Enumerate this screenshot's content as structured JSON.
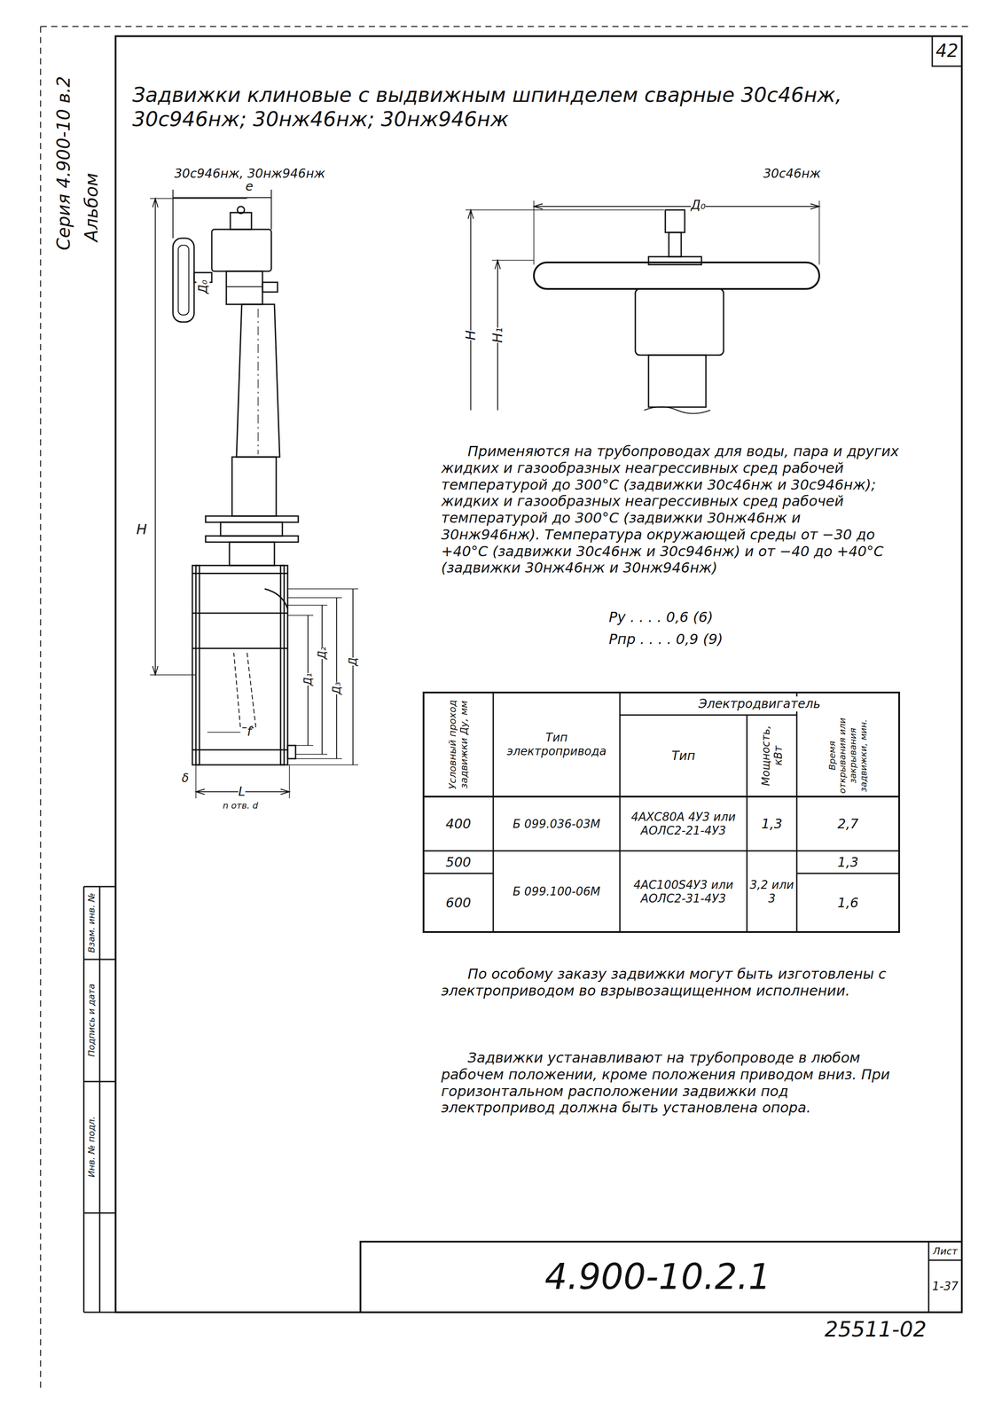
{
  "diagram": {
    "title": "Задвижки клиновые с выдвижным шпинделем сварные 30с46нж, 30с946нж; 30нж46нж; 30нж946нж",
    "labels": [
      "42",
      "Серия 4.900-10 в.2",
      "Альбом",
      "30с946нж, 30нж946нж",
      "30с46нж",
      "е",
      "Д₀",
      "H",
      "Д₁",
      "Д₂",
      "Д₃",
      "Д",
      "f",
      "δ",
      "n отв. d",
      "L",
      "Д₀",
      "H",
      "H₁",
      "Применяются на трубопроводах для воды, пара и других жидких и газообразных неагрессивных сред рабочей температурой до 300°С (задвижки 30с46нж и 30с946нж); жидких и газообразных неагрессивных сред рабочей температурой до 300°С (задвижки 30нж46нж и 30нж946нж). Температура окружающей среды от −30 до +40°С (задвижки 30с46нж и 30с946нж) и от −40 до +40°С (задвижки 30нж46нж и 30нж946нж)",
      "Ру . . . . 0,6 (6)",
      "Рпр . . . . 0,9 (9)",
      "Условный проход задвижки Ду, мм",
      "Тип электропривода",
      "Электродвигатель",
      "Тип",
      "Мощность, кВт",
      "Время открывания или закрывания задвижки, мин.",
      "400",
      "Б 099.036-03М",
      "4АХС80А 4У3 или АОЛС2-21-4У3",
      "1,3",
      "2,7",
      "500",
      "600",
      "Б 099.100-06М",
      "4АС100S4У3 или АОЛС2-31-4У3",
      "3,2 или 3",
      "1,3",
      "1,6",
      "По особому заказу задвижки могут быть изготовлены с электроприводом во взрывозащищенном исполнении.",
      "Задвижки устанавливают на трубопроводе в любом рабочем положении, кроме положения приводом вниз. При горизонтальном расположении задвижки под электропривод должна быть установлена опора.",
      "4.900-10.2.1",
      "Лист",
      "1-37",
      "25511-02",
      "Взам. инв. №",
      "Подпись и дата",
      "Инв. № подл."
    ]
  }
}
